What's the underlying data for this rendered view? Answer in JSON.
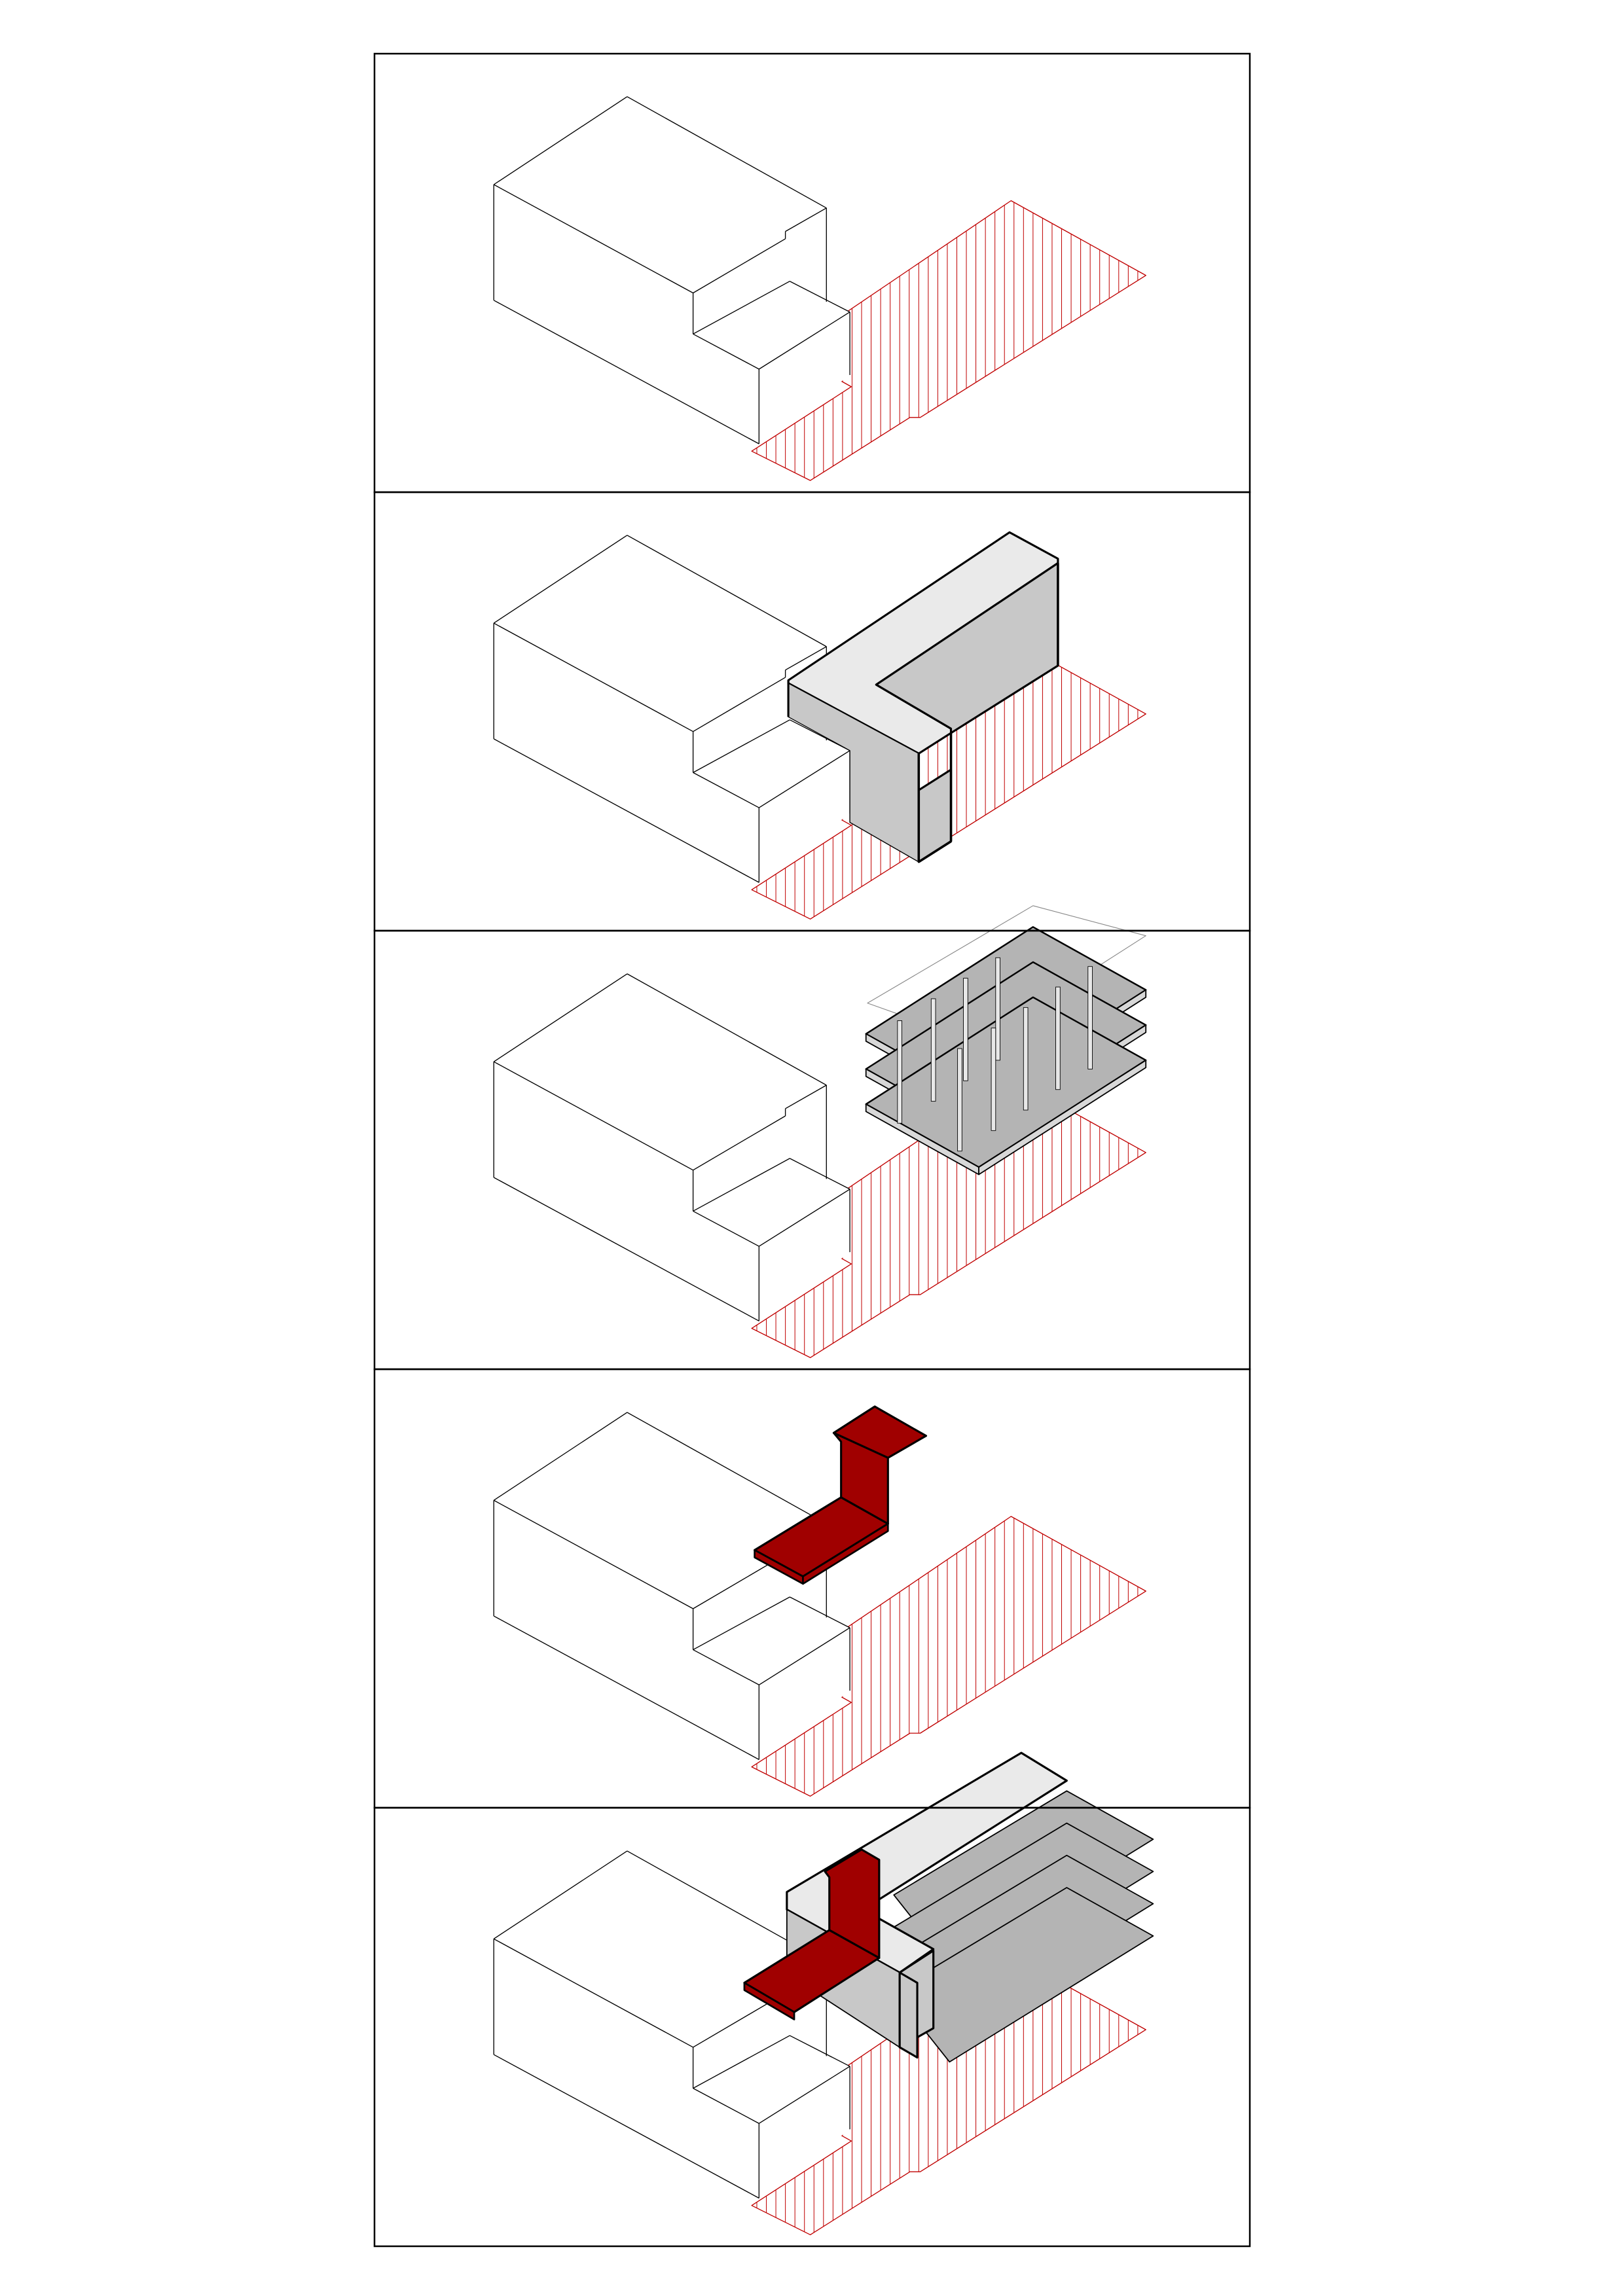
{
  "diagram": {
    "type": "axonometric-sequence",
    "panel_count": 5,
    "panels": [
      {
        "step": 1,
        "shows": [
          "existing-building",
          "site-hatch"
        ]
      },
      {
        "step": 2,
        "shows": [
          "existing-building",
          "site-hatch",
          "l-shaped-volume"
        ]
      },
      {
        "step": 3,
        "shows": [
          "existing-building",
          "site-hatch",
          "floor-slabs",
          "columns"
        ]
      },
      {
        "step": 4,
        "shows": [
          "existing-building",
          "site-hatch",
          "circulation-ramp"
        ]
      },
      {
        "step": 5,
        "shows": [
          "existing-building",
          "site-hatch",
          "l-shaped-volume",
          "floor-slabs",
          "circulation-ramp"
        ]
      }
    ]
  },
  "colors": {
    "line": "#000000",
    "accent_red": "#a00000",
    "hatch_red": "#c00000",
    "volume_fill": "#c8c8c8",
    "volume_top": "#eaeaea",
    "slab_fill": "#b4b4b4",
    "slab_light": "#d8d8d8",
    "background": "#ffffff"
  }
}
